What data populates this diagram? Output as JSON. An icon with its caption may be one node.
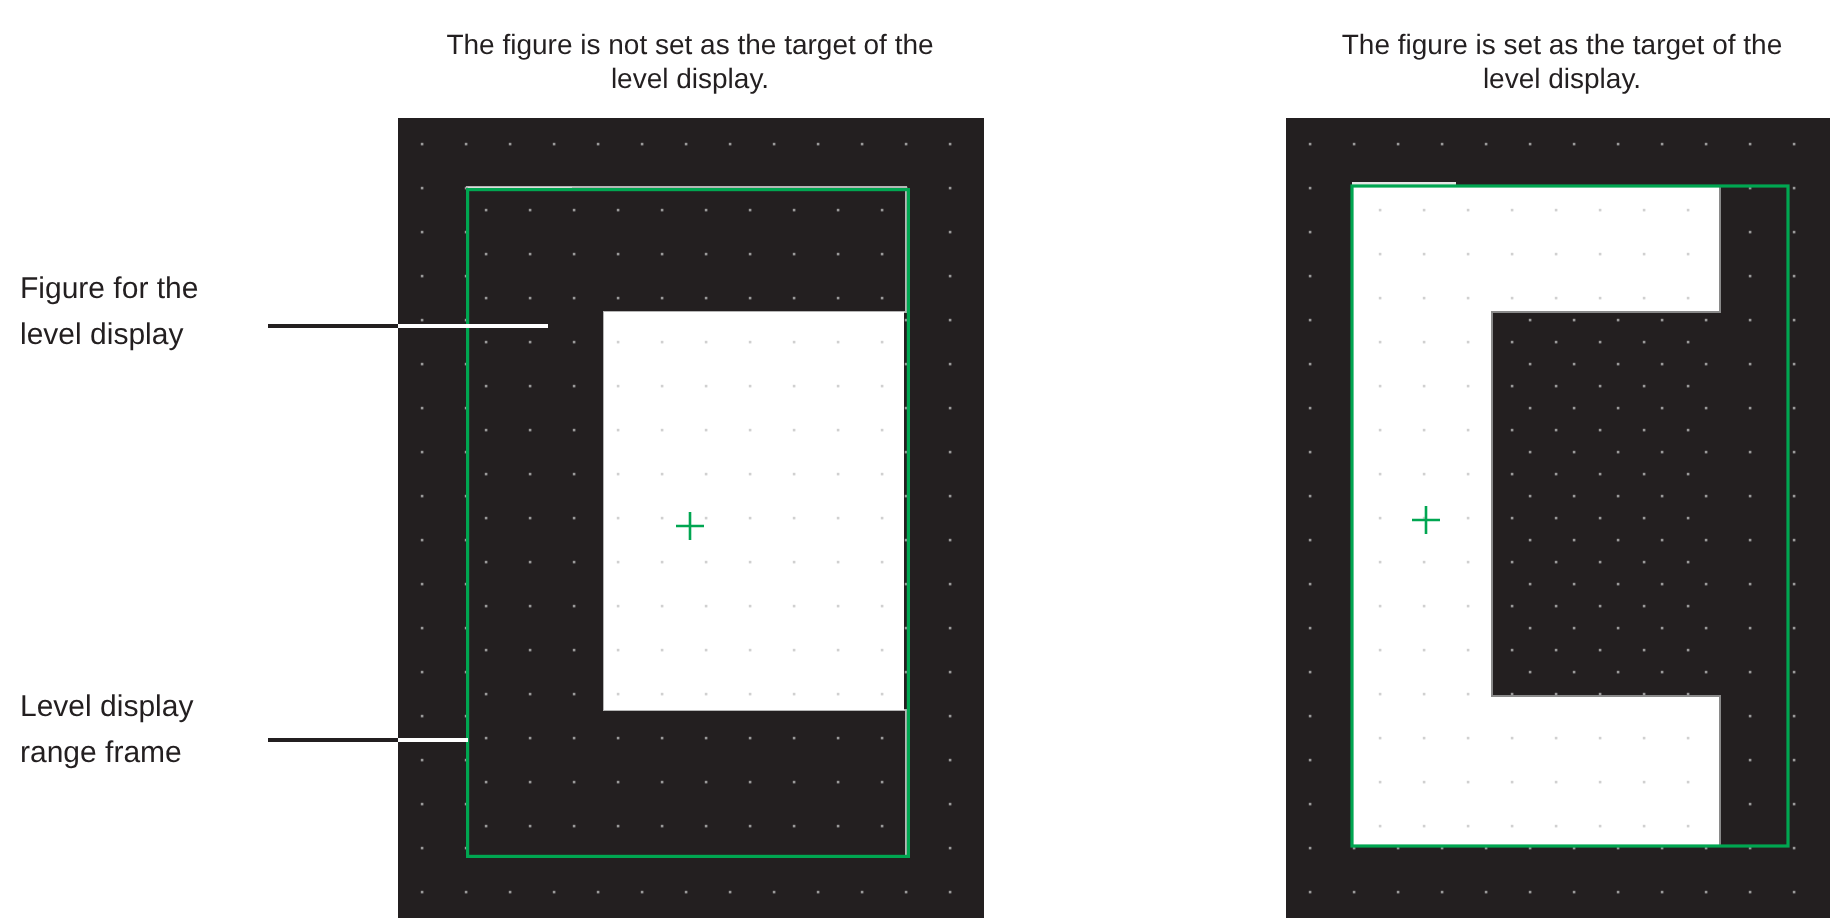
{
  "diagram": {
    "nodes": [
      {
        "text": [
          "The figure is not set as the target of the level display."
        ]
      },
      {
        "text": [
          "The figure is set as the target of the level display."
        ]
      },
      {
        "text": [
          "Figure for the level display"
        ]
      },
      {
        "text": [],
        "shape": "box",
        "in": 0
      },
      {
        "text": [
          "Level display range frame"
        ]
      },
      {
        "text": [],
        "shape": "box",
        "in": 0
      }
    ],
    "edges": [
      {
        "from": 2,
        "to": 3,
        "arrow": "none"
      },
      {
        "from": 4,
        "to": 5,
        "arrow": "none"
      }
    ]
  }
}
